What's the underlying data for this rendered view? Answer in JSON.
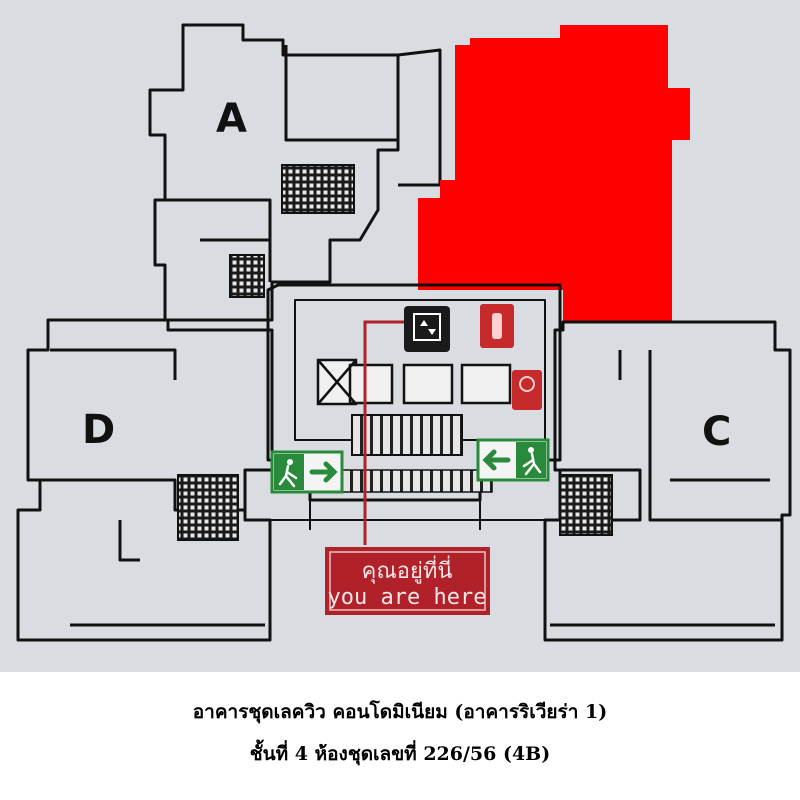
{
  "floor_plan": {
    "units": [
      {
        "id": "A",
        "label": "A"
      },
      {
        "id": "D",
        "label": "D"
      },
      {
        "id": "C",
        "label": "C"
      }
    ],
    "highlight_color": "#ff0000",
    "you_are_here": {
      "thai": "คุณอยู่ที่นี่",
      "english": "you are here",
      "color": "#b0212a"
    },
    "exit_sign_color": "#2a8a3c",
    "icons": [
      "elevator-icon",
      "fire-extinguisher-icon",
      "fire-alarm-icon",
      "exit-right-icon",
      "exit-left-icon"
    ]
  },
  "caption": {
    "line1": "อาคารชุดเลควิว คอนโดมิเนียม (อาคารริเวียร่า 1)",
    "line2": "ชั้นที่ 4 ห้องชุดเลขที่ 226/56 (4B)"
  }
}
